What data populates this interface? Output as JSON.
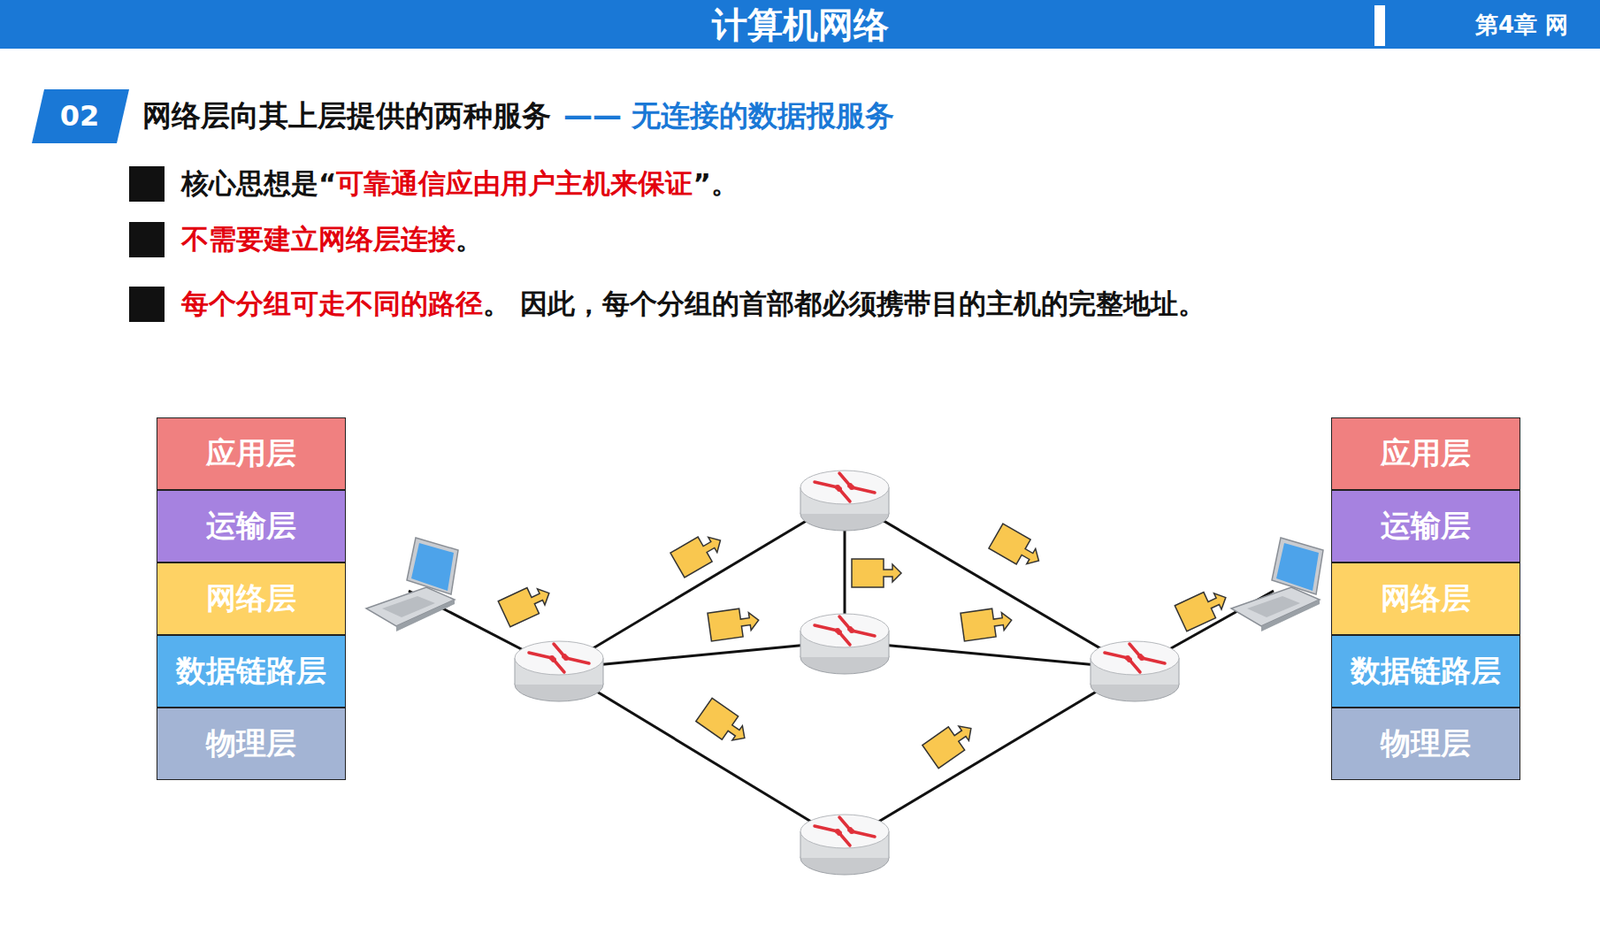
{
  "diagram": {
    "title": "计算机网络",
    "nodes": [
      {
        "text": [
          "应用层"
        ]
      },
      {
        "text": [
          "运输层"
        ]
      },
      {
        "text": [
          "网络层"
        ]
      },
      {
        "text": [
          "数据链路层"
        ]
      },
      {
        "text": [
          "物理层"
        ]
      },
      {
        "text": [
          "应用层"
        ]
      },
      {
        "text": [
          "运输层"
        ]
      },
      {
        "text": [
          "网络层"
        ]
      },
      {
        "text": [
          "数据链路层"
        ]
      },
      {
        "text": [
          "物理层"
        ]
      }
    ],
    "labels": [
      "第4章 网",
      "02",
      "网络层向其上层提供的两种服务",
      "—— 无连接的数据报服务",
      "核心思想是“",
      "可靠通信应由用户主机来保证",
      "”。",
      "不需要建立网络层连接",
      "。",
      "每个分组可走不同的路径",
      "。 因此，每个分组的首部都必须携带目的主机的完整地址。"
    ]
  }
}
